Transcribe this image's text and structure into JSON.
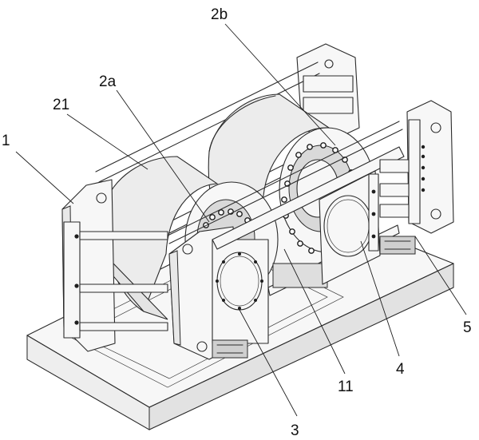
{
  "labels": {
    "l1": "1",
    "l21": "21",
    "l2a": "2a",
    "l2b": "2b",
    "l3": "3",
    "l11": "11",
    "l4": "4",
    "l5": "5"
  }
}
